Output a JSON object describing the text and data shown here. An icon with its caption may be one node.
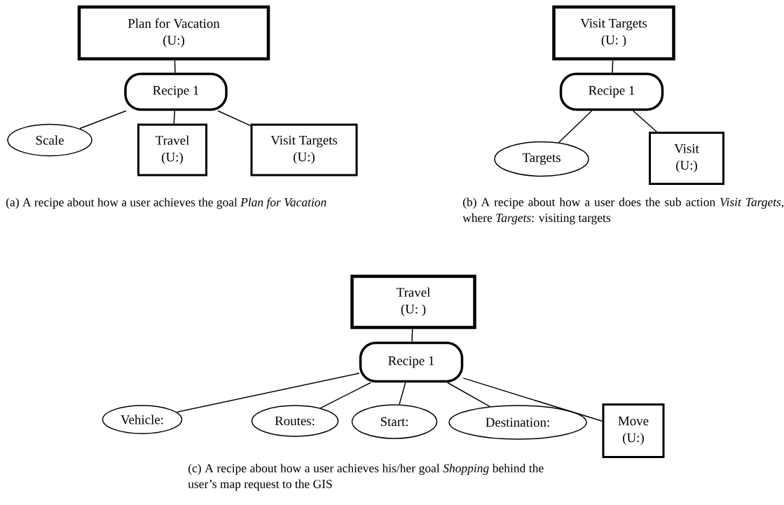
{
  "diagram": {
    "nodes": [
      {
        "text": [
          "Plan for Vacation",
          "(U:)"
        ]
      },
      {
        "text": [
          "Recipe 1"
        ]
      },
      {
        "text": [
          "Scale"
        ]
      },
      {
        "text": [
          "Travel",
          "(U:)"
        ]
      },
      {
        "text": [
          "Visit Targets",
          "(U:)"
        ]
      },
      {
        "text": [
          "Visit Targets",
          "(U: )"
        ]
      },
      {
        "text": [
          "Recipe 1"
        ]
      },
      {
        "text": [
          "Targets"
        ]
      },
      {
        "text": [
          "Visit",
          "(U:)"
        ]
      },
      {
        "text": [
          "Travel",
          "(U: )"
        ]
      },
      {
        "text": [
          "Recipe 1"
        ]
      },
      {
        "text": [
          "Vehicle:"
        ]
      },
      {
        "text": [
          "Routes:"
        ]
      },
      {
        "text": [
          "Start:"
        ]
      },
      {
        "text": [
          "Destination:"
        ]
      },
      {
        "text": [
          "Move",
          "(U:)"
        ]
      }
    ],
    "edges": [
      {
        "from": 0,
        "to": 1,
        "arrow": "none"
      },
      {
        "from": 1,
        "to": 2,
        "arrow": "none"
      },
      {
        "from": 1,
        "to": 3,
        "arrow": "none"
      },
      {
        "from": 1,
        "to": 4,
        "arrow": "none"
      },
      {
        "from": 5,
        "to": 6,
        "arrow": "none"
      },
      {
        "from": 6,
        "to": 7,
        "arrow": "none"
      },
      {
        "from": 6,
        "to": 8,
        "arrow": "none"
      },
      {
        "from": 9,
        "to": 10,
        "arrow": "none"
      },
      {
        "from": 10,
        "to": 11,
        "arrow": "none"
      },
      {
        "from": 10,
        "to": 12,
        "arrow": "none"
      },
      {
        "from": 10,
        "to": 13,
        "arrow": "none"
      },
      {
        "from": 10,
        "to": 14,
        "arrow": "none"
      },
      {
        "from": 10,
        "to": 15,
        "arrow": "none"
      }
    ],
    "labels": [
      "(a) A recipe about how a user achieves the goal *Plan for Vacation*",
      "(b) A recipe about how a user does the sub action *Visit Targets*, where *Targets*: visiting targets",
      "(c) A recipe about how a user achieves his/her goal *Shopping* behind the user’s map request to the GIS"
    ]
  }
}
